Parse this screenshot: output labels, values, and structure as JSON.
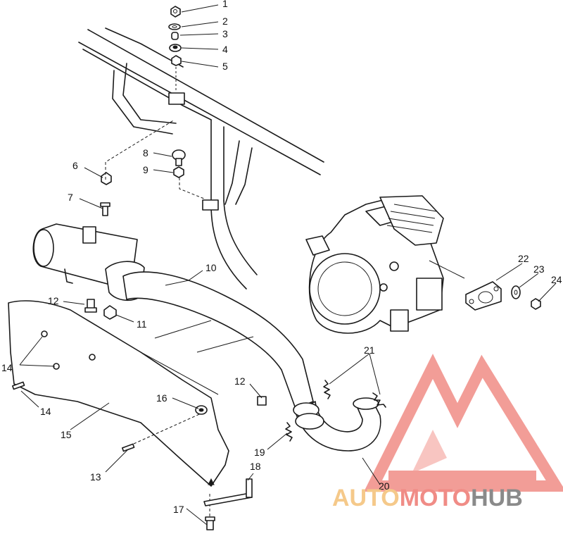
{
  "callouts": [
    "1",
    "2",
    "3",
    "4",
    "5",
    "6",
    "7",
    "8",
    "9",
    "10",
    "11",
    "12",
    "12",
    "13",
    "14",
    "14",
    "15",
    "16",
    "17",
    "18",
    "19",
    "20",
    "21",
    "22",
    "23",
    "24"
  ],
  "watermark": {
    "part1": "AUTO",
    "part2": "MOTO",
    "part3": "HUB",
    "color1": "#f5c98a",
    "color2": "#f08c86",
    "color3": "#8a8a8a",
    "logo_color": "#f08c86"
  }
}
